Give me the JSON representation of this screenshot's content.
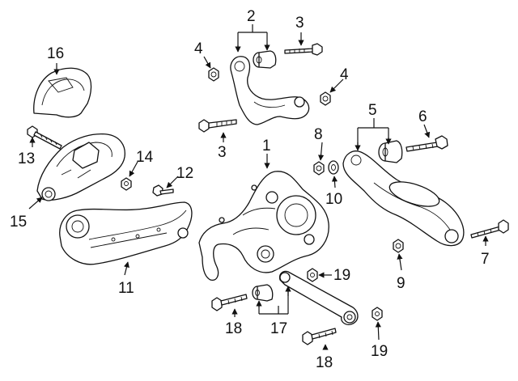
{
  "diagram": {
    "callouts": [
      {
        "id": "1",
        "text": "1"
      },
      {
        "id": "2",
        "text": "2"
      },
      {
        "id": "3a",
        "text": "3"
      },
      {
        "id": "3b",
        "text": "3"
      },
      {
        "id": "4a",
        "text": "4"
      },
      {
        "id": "4b",
        "text": "4"
      },
      {
        "id": "5",
        "text": "5"
      },
      {
        "id": "6",
        "text": "6"
      },
      {
        "id": "7",
        "text": "7"
      },
      {
        "id": "8",
        "text": "8"
      },
      {
        "id": "9",
        "text": "9"
      },
      {
        "id": "10",
        "text": "10"
      },
      {
        "id": "11",
        "text": "11"
      },
      {
        "id": "12",
        "text": "12"
      },
      {
        "id": "13",
        "text": "13"
      },
      {
        "id": "14",
        "text": "14"
      },
      {
        "id": "15",
        "text": "15"
      },
      {
        "id": "16",
        "text": "16"
      },
      {
        "id": "17",
        "text": "17"
      },
      {
        "id": "18a",
        "text": "18"
      },
      {
        "id": "18b",
        "text": "18"
      },
      {
        "id": "19a",
        "text": "19"
      },
      {
        "id": "19b",
        "text": "19"
      }
    ]
  }
}
